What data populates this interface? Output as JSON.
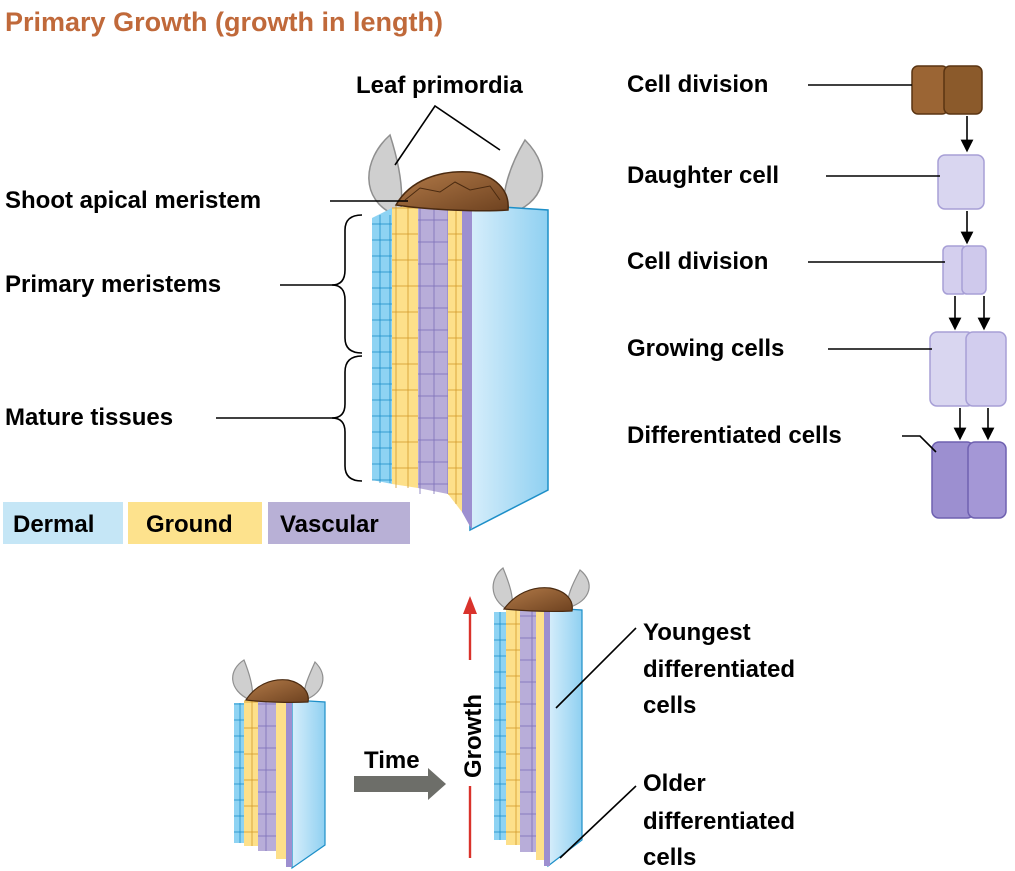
{
  "title": "Primary Growth (growth in length)",
  "shoot_labels": {
    "leaf_primordia": "Leaf primordia",
    "shoot_apical_meristem": "Shoot apical meristem",
    "primary_meristems": "Primary meristems",
    "mature_tissues": "Mature tissues"
  },
  "legend": [
    {
      "label": "Dermal",
      "color": "#c5e6f6"
    },
    {
      "label": "Ground",
      "color": "#fde28d"
    },
    {
      "label": "Vascular",
      "color": "#b8b0d6"
    }
  ],
  "cell_sequence": [
    "Cell division",
    "Daughter cell",
    "Cell division",
    "Growing cells",
    "Differentiated cells"
  ],
  "bottom": {
    "time": "Time",
    "growth": "Growth",
    "youngest": [
      "Youngest",
      "differentiated",
      "cells"
    ],
    "older": [
      "Older",
      "differentiated",
      "cells"
    ]
  },
  "colors": {
    "title": "#c0693a",
    "meristem_brown": "#8b5a2b",
    "dermal": "#5fc0ea",
    "ground": "#fbc95a",
    "vascular": "#9d8fd0",
    "leaf_gray": "#c9c9c9",
    "growth_arrow": "#d9322b",
    "time_arrow": "#6d6e69"
  }
}
